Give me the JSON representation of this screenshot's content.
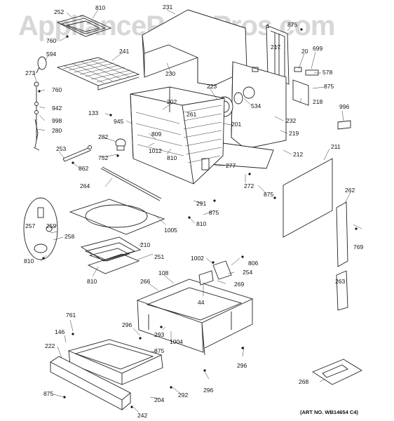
{
  "watermark": "AppliancePartsPros.com",
  "art_number": "(ART NO. WB14654 C4)",
  "callouts": [
    "252",
    "810",
    "760",
    "594",
    "241",
    "273",
    "760",
    "942",
    "998",
    "280",
    "133",
    "945",
    "202",
    "223",
    "261",
    "534",
    "201",
    "232",
    "219",
    "212",
    "218",
    "996",
    "875",
    "217",
    "20",
    "699",
    "578",
    "875",
    "231",
    "230",
    "1",
    "282",
    "752",
    "809",
    "1012",
    "810",
    "253",
    "862",
    "277",
    "264",
    "272",
    "875",
    "211",
    "262",
    "291",
    "875",
    "810",
    "1005",
    "257",
    "259",
    "258",
    "810",
    "210",
    "251",
    "810",
    "769",
    "1002",
    "806",
    "254",
    "269",
    "108",
    "266",
    "44",
    "761",
    "146",
    "296",
    "293",
    "1004",
    "875",
    "222",
    "296",
    "292",
    "204",
    "296",
    "875",
    "242",
    "263",
    "268"
  ]
}
